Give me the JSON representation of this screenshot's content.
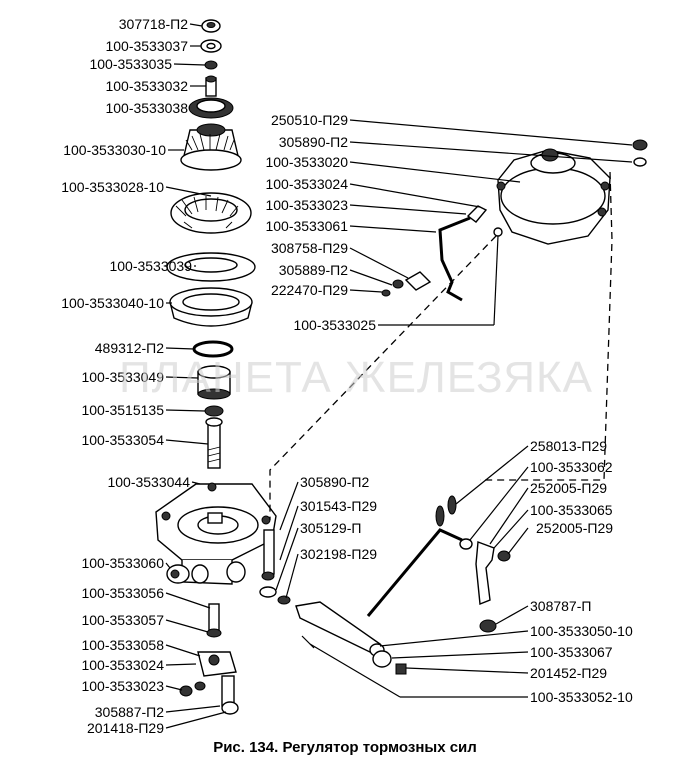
{
  "labels": {
    "l307718": "307718-П2",
    "l3533037": "100-3533037",
    "l3533035": "100-3533035",
    "l3533032": "100-3533032",
    "l3533038": "100-3533038",
    "l3533030": "100-3533030-10",
    "l3533028": "100-3533028-10",
    "l3533039": "100-3533039",
    "l3533040": "100-3533040-10",
    "l489312": "489312-П2",
    "l3533049": "100-3533049",
    "l3515135": "100-3515135",
    "l3533054": "100-3533054",
    "l3533044": "100-3533044",
    "l3533060": "100-3533060",
    "l3533056": "100-3533056",
    "l3533057": "100-3533057",
    "l3533058": "100-3533058",
    "l3533024b": "100-3533024",
    "l3533023b": "100-3533023",
    "l305887": "305887-П2",
    "l201418": "201418-П29",
    "l250510": "250510-П29",
    "l305890a": "305890-П2",
    "l3533020": "100-3533020",
    "l3533024a": "100-3533024",
    "l3533023a": "100-3533023",
    "l3533061": "100-3533061",
    "l308758": "308758-П29",
    "l305889": "305889-П2",
    "l222470": "222470-П29",
    "l3533025": "100-3533025",
    "l305890b": "305890-П2",
    "l301543": "301543-П29",
    "l305129": "305129-П",
    "l302198": "302198-П29",
    "l258013": "258013-П29",
    "l3533062": "100-3533062",
    "l252005a": "252005-П29",
    "l3533065": "100-3533065",
    "l252005b": "252005-П29",
    "l308787": "308787-П",
    "l3533050": "100-3533050-10",
    "l3533067": "100-3533067",
    "l201452": "201452-П29",
    "l3533052": "100-3533052-10"
  },
  "caption": "Рис. 134. Регулятор тормозных сил",
  "watermark": "ПЛАНЕТА ЖЕЛЕЗЯКА"
}
